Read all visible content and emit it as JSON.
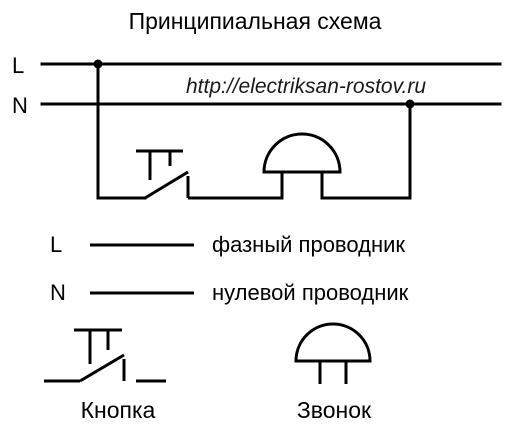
{
  "diagram": {
    "title": "Принципиальная схема",
    "watermark": "http://electriksan-rostov.ru",
    "lines": {
      "phase": {
        "label": "L"
      },
      "neutral": {
        "label": "N"
      }
    },
    "legend": [
      {
        "symbol": "L",
        "description": "фазный проводник"
      },
      {
        "symbol": "N",
        "description": "нулевой проводник"
      }
    ],
    "components": {
      "button": {
        "label": "Кнопка",
        "icon": "push-button-switch-icon"
      },
      "bell": {
        "label": "Звонок",
        "icon": "bell-icon"
      }
    }
  },
  "colors": {
    "stroke": "#000000",
    "background": "#ffffff"
  }
}
